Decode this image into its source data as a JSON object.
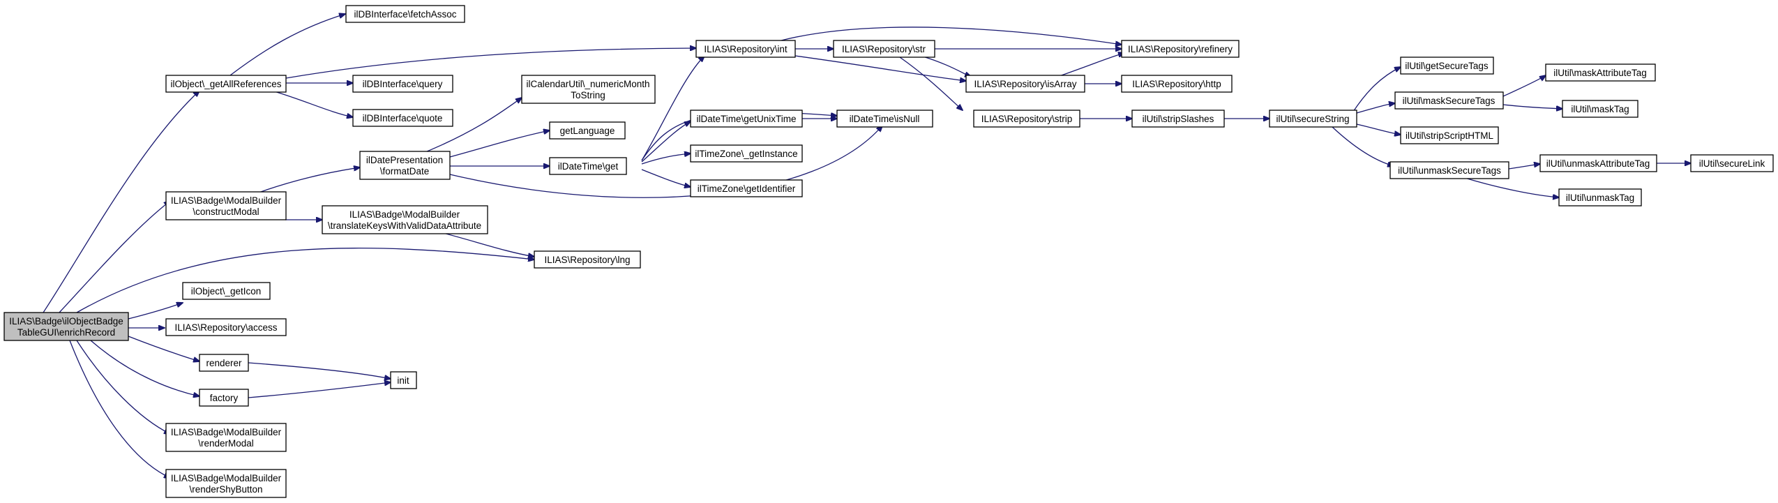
{
  "colors": {
    "edge": "#191970",
    "node_fill": "#ffffff",
    "root_fill": "#bfbfbf",
    "border": "#000000"
  },
  "nodes": {
    "root": {
      "lines": [
        "ILIAS\\Badge\\ilObjectBadge",
        "TableGUI\\enrichRecord"
      ]
    },
    "allrefs": {
      "lines": [
        "ilObject\\_getAllReferences"
      ]
    },
    "fetch": {
      "lines": [
        "ilDBInterface\\fetchAssoc"
      ]
    },
    "query": {
      "lines": [
        "ilDBInterface\\query"
      ]
    },
    "quote": {
      "lines": [
        "ilDBInterface\\quote"
      ]
    },
    "construct": {
      "lines": [
        "ILIAS\\Badge\\ModalBuilder",
        "\\constructModal"
      ]
    },
    "translate": {
      "lines": [
        "ILIAS\\Badge\\ModalBuilder",
        "\\translateKeysWithValidDataAttribute"
      ]
    },
    "lng": {
      "lines": [
        "ILIAS\\Repository\\lng"
      ]
    },
    "geticon": {
      "lines": [
        "ilObject\\_getIcon"
      ]
    },
    "access": {
      "lines": [
        "ILIAS\\Repository\\access"
      ]
    },
    "renderer": {
      "lines": [
        "renderer"
      ]
    },
    "factory": {
      "lines": [
        "factory"
      ]
    },
    "init": {
      "lines": [
        "init"
      ]
    },
    "rmodal": {
      "lines": [
        "ILIAS\\Badge\\ModalBuilder",
        "\\renderModal"
      ]
    },
    "rshy": {
      "lines": [
        "ILIAS\\Badge\\ModalBuilder",
        "\\renderShyButton"
      ]
    },
    "datepres": {
      "lines": [
        "ilDatePresentation",
        "\\formatDate"
      ]
    },
    "calutil": {
      "lines": [
        "ilCalendarUtil\\_numericMonth",
        "ToString"
      ]
    },
    "getlang": {
      "lines": [
        "getLanguage"
      ]
    },
    "dtget": {
      "lines": [
        "ilDateTime\\get"
      ]
    },
    "unixtime": {
      "lines": [
        "ilDateTime\\getUnixTime"
      ]
    },
    "isnull": {
      "lines": [
        "ilDateTime\\isNull"
      ]
    },
    "tzinst": {
      "lines": [
        "ilTimeZone\\_getInstance"
      ]
    },
    "tzid": {
      "lines": [
        "ilTimeZone\\getIdentifier"
      ]
    },
    "int": {
      "lines": [
        "ILIAS\\Repository\\int"
      ]
    },
    "str": {
      "lines": [
        "ILIAS\\Repository\\str"
      ]
    },
    "refinery": {
      "lines": [
        "ILIAS\\Repository\\refinery"
      ]
    },
    "isarray": {
      "lines": [
        "ILIAS\\Repository\\isArray"
      ]
    },
    "http": {
      "lines": [
        "ILIAS\\Repository\\http"
      ]
    },
    "strip": {
      "lines": [
        "ILIAS\\Repository\\strip"
      ]
    },
    "stripsl": {
      "lines": [
        "ilUtil\\stripSlashes"
      ]
    },
    "secstr": {
      "lines": [
        "ilUtil\\secureString"
      ]
    },
    "getsec": {
      "lines": [
        "ilUtil\\getSecureTags"
      ]
    },
    "masksec": {
      "lines": [
        "ilUtil\\maskSecureTags"
      ]
    },
    "maskattr": {
      "lines": [
        "ilUtil\\maskAttributeTag"
      ]
    },
    "masktag": {
      "lines": [
        "ilUtil\\maskTag"
      ]
    },
    "stripscr": {
      "lines": [
        "ilUtil\\stripScriptHTML"
      ]
    },
    "unmasksec": {
      "lines": [
        "ilUtil\\unmaskSecureTags"
      ]
    },
    "unmaskattr": {
      "lines": [
        "ilUtil\\unmaskAttributeTag"
      ]
    },
    "securelink": {
      "lines": [
        "ilUtil\\secureLink"
      ]
    },
    "unmasktag": {
      "lines": [
        "ilUtil\\unmaskTag"
      ]
    }
  }
}
